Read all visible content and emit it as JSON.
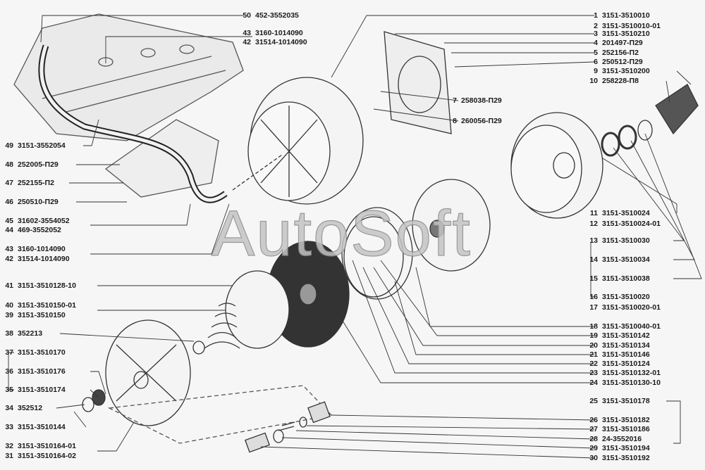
{
  "watermark": "AutoSoft",
  "labels": [
    {
      "num": "1",
      "code": "3151-3510010"
    },
    {
      "num": "2",
      "code": "3151-3510010-01"
    },
    {
      "num": "3",
      "code": "3151-3510210"
    },
    {
      "num": "4",
      "code": "201497-П29"
    },
    {
      "num": "5",
      "code": "252156-П2"
    },
    {
      "num": "6",
      "code": "250512-П29"
    },
    {
      "num": "9",
      "code": "3151-3510200"
    },
    {
      "num": "10",
      "code": "258228-П8"
    },
    {
      "num": "11",
      "code": "3151-3510024"
    },
    {
      "num": "12",
      "code": "3151-3510024-01"
    },
    {
      "num": "13",
      "code": "3151-3510030"
    },
    {
      "num": "14",
      "code": "3151-3510034"
    },
    {
      "num": "15",
      "code": "3151-3510038"
    },
    {
      "num": "16",
      "code": "3151-3510020"
    },
    {
      "num": "17",
      "code": "3151-3510020-01"
    },
    {
      "num": "18",
      "code": "3151-3510040-01"
    },
    {
      "num": "19",
      "code": "3151-3510142"
    },
    {
      "num": "20",
      "code": "3151-3510134"
    },
    {
      "num": "21",
      "code": "3151-3510146"
    },
    {
      "num": "22",
      "code": "3151-3510124"
    },
    {
      "num": "23",
      "code": "3151-3510132-01"
    },
    {
      "num": "24",
      "code": "3151-3510130-10"
    },
    {
      "num": "25",
      "code": "3151-3510178"
    },
    {
      "num": "26",
      "code": "3151-3510182"
    },
    {
      "num": "27",
      "code": "3151-3510186"
    },
    {
      "num": "28",
      "code": "24-3552016"
    },
    {
      "num": "29",
      "code": "3151-3510194"
    },
    {
      "num": "30",
      "code": "3151-3510192"
    },
    {
      "num": "50",
      "code": "452-3552035"
    },
    {
      "num": "43",
      "code": "3160-1014090"
    },
    {
      "num": "42",
      "code": "31514-1014090"
    },
    {
      "num": "7",
      "code": "258038-П29"
    },
    {
      "num": "8",
      "code": "260056-П29"
    },
    {
      "num": "49",
      "code": "3151-3552054"
    },
    {
      "num": "48",
      "code": "252005-П29"
    },
    {
      "num": "47",
      "code": "252155-П2"
    },
    {
      "num": "46",
      "code": "250510-П29"
    },
    {
      "num": "45",
      "code": "31602-3554052"
    },
    {
      "num": "44",
      "code": "469-3552052"
    },
    {
      "num": "43",
      "code": "3160-1014090"
    },
    {
      "num": "42",
      "code": "31514-1014090"
    },
    {
      "num": "41",
      "code": "3151-3510128-10"
    },
    {
      "num": "40",
      "code": "3151-3510150-01"
    },
    {
      "num": "39",
      "code": "3151-3510150"
    },
    {
      "num": "38",
      "code": "352213"
    },
    {
      "num": "37",
      "code": "3151-3510170"
    },
    {
      "num": "36",
      "code": "3151-3510176"
    },
    {
      "num": "35",
      "code": "3151-3510174"
    },
    {
      "num": "34",
      "code": "352512"
    },
    {
      "num": "33",
      "code": "3151-3510144"
    },
    {
      "num": "32",
      "code": "3151-3510164-01"
    },
    {
      "num": "31",
      "code": "3151-3510164-02"
    }
  ]
}
